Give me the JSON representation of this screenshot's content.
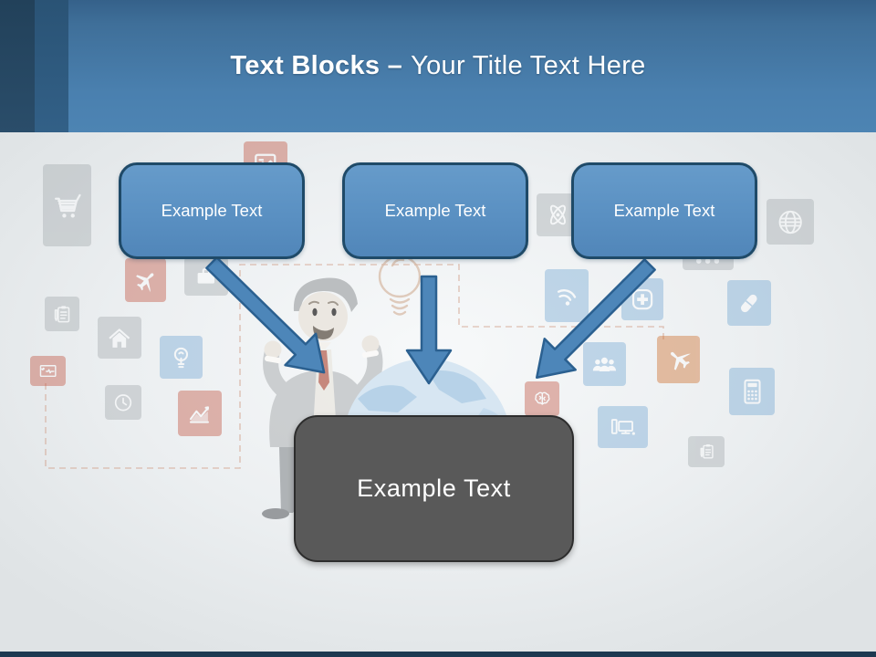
{
  "slide": {
    "title": {
      "bold": "Text Blocks –",
      "regular": "Your Title Text Here"
    },
    "top_blocks": [
      {
        "label": "Example Text"
      },
      {
        "label": "Example Text"
      },
      {
        "label": "Example Text"
      }
    ],
    "bottom_block": {
      "label": "Example Text"
    },
    "colors": {
      "header_gradient_top": "#3a6890",
      "header_gradient_bottom": "#4d84b3",
      "left_stripe_dark": "#264760",
      "left_stripe_mid": "#2e5a7c",
      "top_block_fill": "#5b91c3",
      "top_block_border": "#1f4a68",
      "arrow_fill": "#4d86b9",
      "arrow_border": "#2b6090",
      "bottom_block_fill": "#595959",
      "bottom_block_border": "#2e2e2e",
      "canvas_background": "#e7eaec",
      "bottom_edge_bar": "#1d3951",
      "dashed_connector": "#cf9a82"
    },
    "background_icons": [
      "shopping-cart",
      "photo-frame",
      "airplane",
      "briefcase",
      "clipboard",
      "house",
      "lightbulb",
      "heart-monitor",
      "clock",
      "line-chart",
      "atom",
      "globe-grid",
      "wifi",
      "medical-cross",
      "pill",
      "people-group",
      "airplane",
      "calculator",
      "computer-workstation",
      "clipboard",
      "brain",
      "ellipsis-dots"
    ],
    "background_illustrations": [
      "businessman-cartoon",
      "globe",
      "lightbulb-sketch",
      "dashed-connector"
    ]
  }
}
